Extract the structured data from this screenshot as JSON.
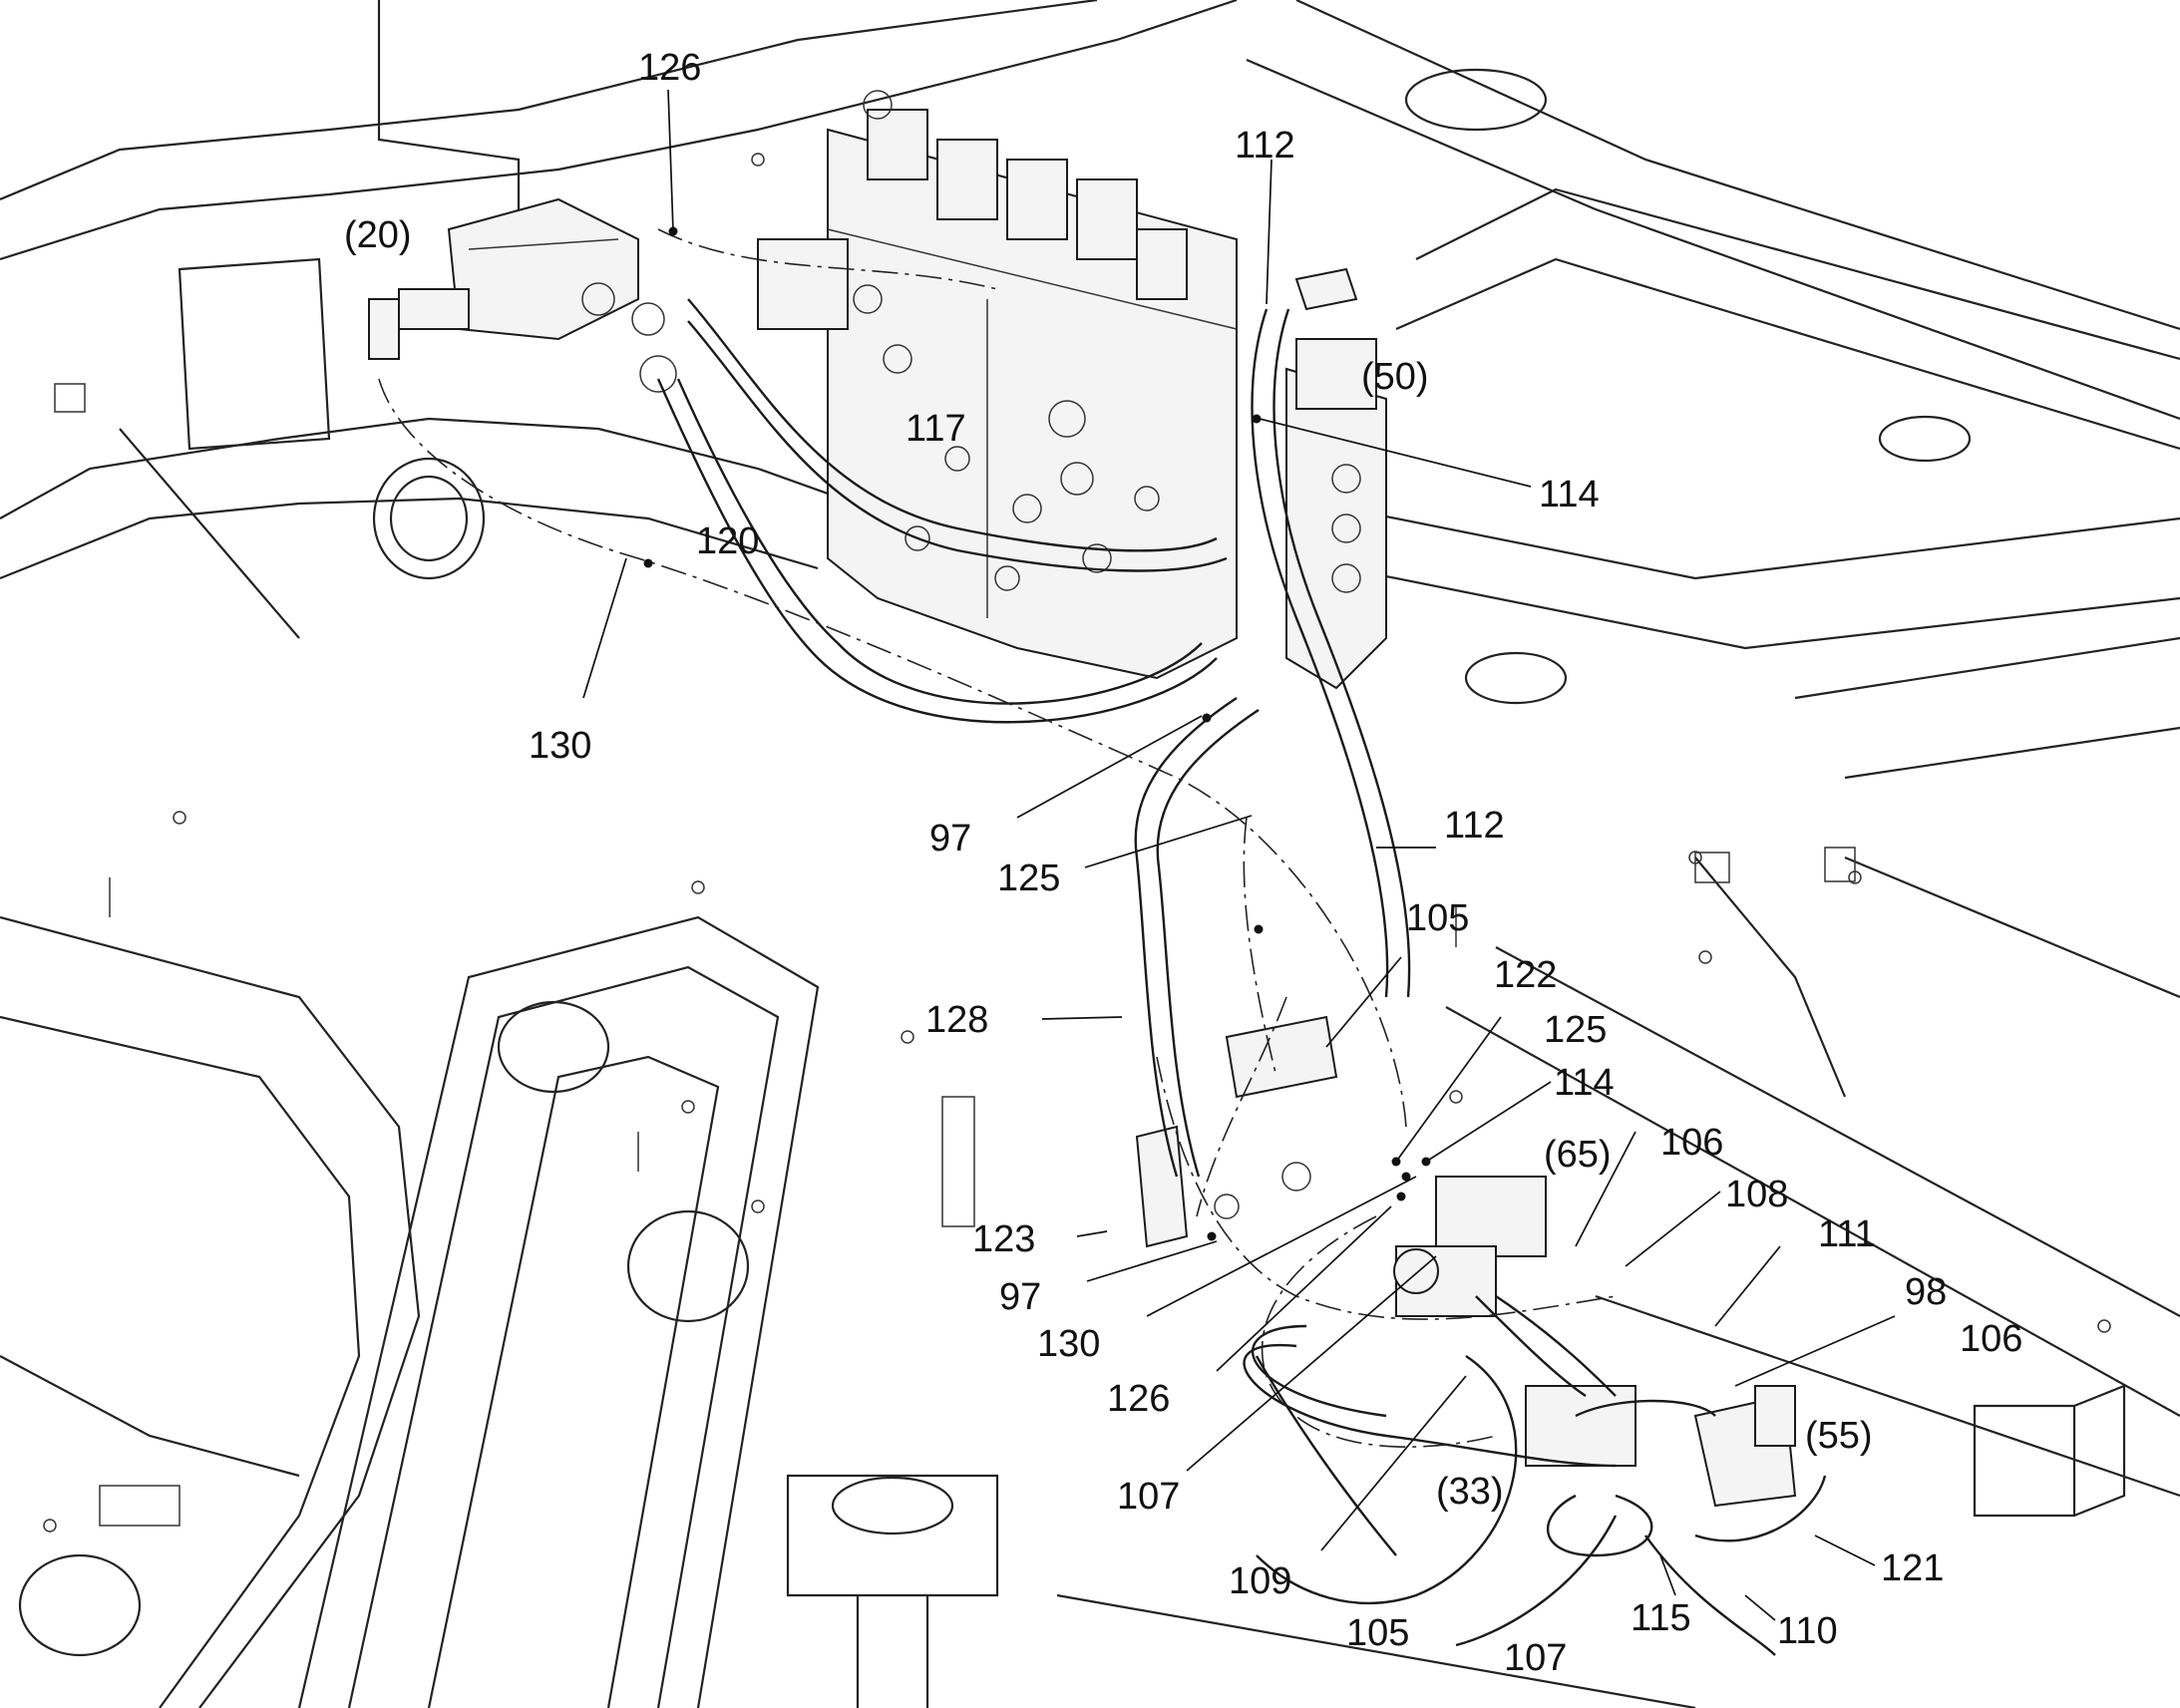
{
  "callouts": {
    "c126_top": "126",
    "c20": "(20)",
    "c112_top": "112",
    "c50": "(50)",
    "c114_top": "114",
    "c117": "117",
    "c120": "120",
    "c130_left": "130",
    "c97_mid": "97",
    "c125_mid": "125",
    "c112_mid": "112",
    "c105_top": "105",
    "c122": "122",
    "c128": "128",
    "c125_low": "125",
    "c114_low": "114",
    "c65": "(65)",
    "c106_top": "106",
    "c108": "108",
    "c123": "123",
    "c111": "111",
    "c97_low": "97",
    "c98": "98",
    "c130_low": "130",
    "c106_low": "106",
    "c126_low": "126",
    "c55": "(55)",
    "c107_left": "107",
    "c33": "(33)",
    "c121": "121",
    "c109": "109",
    "c105_low": "105",
    "c115": "115",
    "c107_low": "107",
    "c110": "110"
  }
}
